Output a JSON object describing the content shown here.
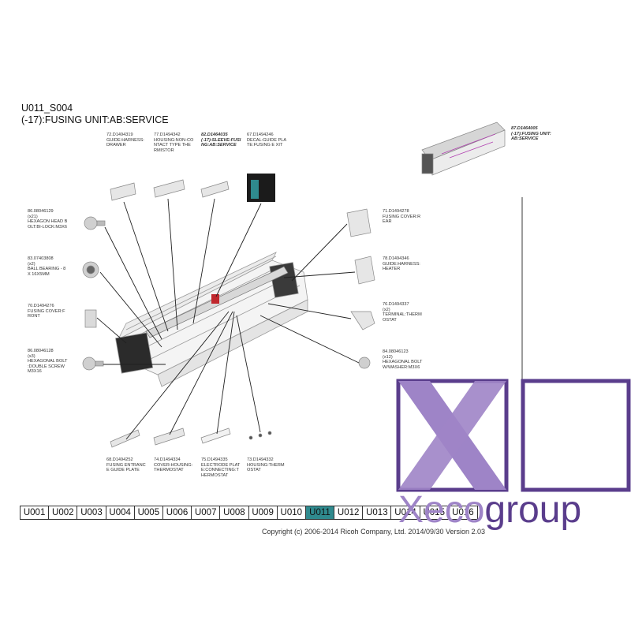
{
  "header": {
    "line1": "U011_S004",
    "line2": "(-17):FUSING UNIT:AB:SERVICE"
  },
  "labels": {
    "p72": [
      "72.D1494319",
      "GUIDE:HARNESS:",
      "DRAWER"
    ],
    "p77": [
      "77.D1494342",
      "HOUSING:NON-CO",
      "NTACT TYPE THE",
      "RMISTOR"
    ],
    "p82": [
      "82.D1464035",
      "(-17):SLEEVE:FUSI",
      "NG:AB:SERVICE"
    ],
    "p67": [
      "67.D1494246",
      "DECAL:GUIDE PLA",
      "TE:FUSING E XIT"
    ],
    "p87": [
      "87.D1464005",
      "(-17):FUSING UNIT:",
      "AB:SERVICE"
    ],
    "p86a": [
      "86.08046129",
      "(x21)",
      "HEXAGON HEAD B",
      "OLT:BI-LOCK:M3X6"
    ],
    "p83": [
      "83.07403808",
      "(x2)",
      "BALL BEARING - 8",
      "X 16X5MM"
    ],
    "p70": [
      "70.D1494276",
      "FUSING COVER:F",
      "RONT"
    ],
    "p86b": [
      "86.08046128",
      "(x3)",
      "HEXAGONAL BOLT",
      ":DOUBLE SCREW",
      "M3X16"
    ],
    "p71": [
      "71.D1494278",
      "FUSING COVER:R",
      "EAR"
    ],
    "p78": [
      "78.D1494346",
      "GUIDE:HARNESS:",
      "HEATER"
    ],
    "p76": [
      "76.D1494337",
      "(x2)",
      "TERMINAL:THERM",
      "OSTAT"
    ],
    "p84": [
      "84.08046123",
      "(x12)",
      "HEXAGONAL BOLT",
      "W/WASHER:M3X6"
    ],
    "p68": [
      "68.D1494252",
      "FUSING ENTRANC",
      "E GUIDE PLATE"
    ],
    "p74": [
      "74.D1494334",
      "COVER:HOUSING:",
      "THERMOSTAT"
    ],
    "p75": [
      "75.D1494335",
      "ELECTRODE PLAT",
      "E:CONNECTING:T",
      "HERMOSTAT"
    ],
    "p73": [
      "73.D1494332",
      "HOUSING:THERM",
      "OSTAT"
    ]
  },
  "nav": {
    "tabs": [
      "U001",
      "U002",
      "U003",
      "U004",
      "U005",
      "U006",
      "U007",
      "U008",
      "U009",
      "U010",
      "U011",
      "U012",
      "U013",
      "U014",
      "U015",
      "U016"
    ],
    "active": "U011"
  },
  "footer": {
    "copyright": "Copyright (c) 2006-2014 Ricoh Company, Ltd.    2014/09/30 Version 2.03"
  },
  "watermark": {
    "part1": "Xeco",
    "part2": "group"
  },
  "colors": {
    "accent_tab": "#2f8a8e",
    "logo_light": "#9e84c7",
    "logo_dark": "#5a3d8c"
  }
}
